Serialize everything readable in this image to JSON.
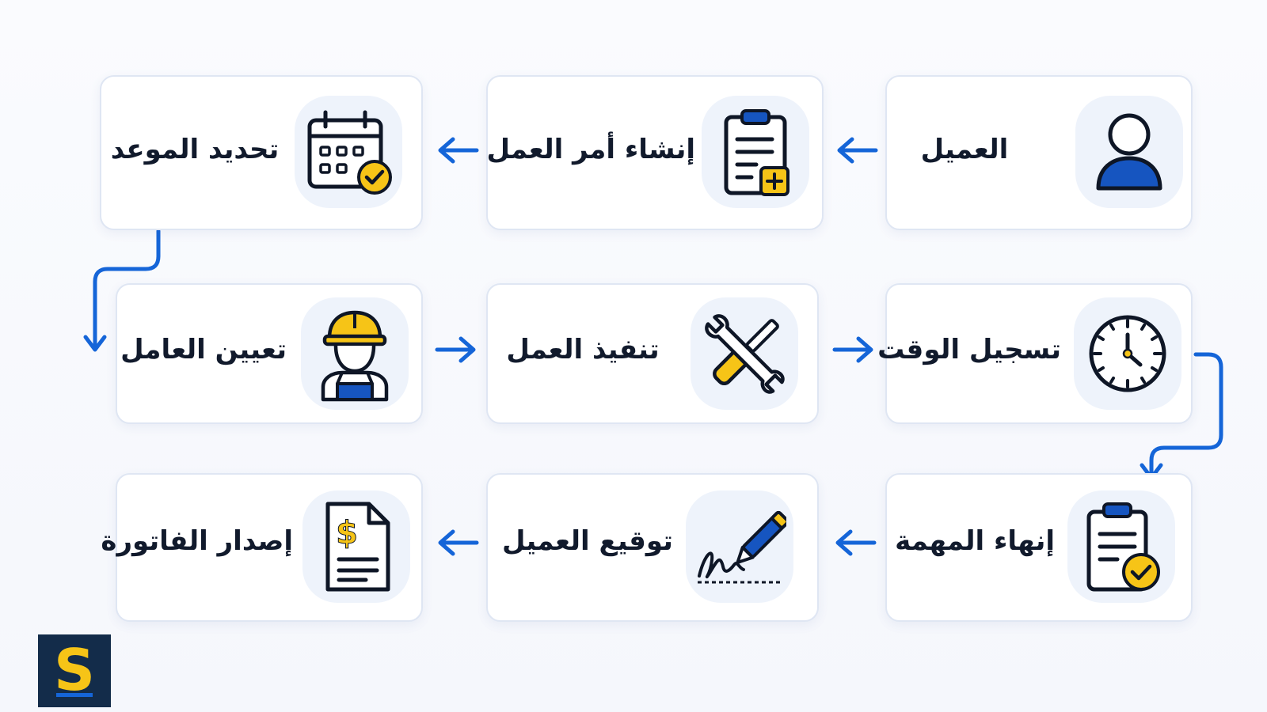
{
  "diagram": {
    "colors": {
      "arrow": "#1565d8",
      "icon_blue": "#1655c0",
      "icon_yellow": "#f6c417",
      "outline": "#0e1626",
      "card_border": "#dfe6f3",
      "icon_bg": "#eef3fb"
    },
    "steps": [
      {
        "label": "العميل",
        "icon": "user-icon"
      },
      {
        "label": "إنشاء أمر العمل",
        "icon": "clipboard-add-icon"
      },
      {
        "label": "تحديد الموعد",
        "icon": "calendar-check-icon"
      },
      {
        "label": "تعيين العامل",
        "icon": "worker-icon"
      },
      {
        "label": "تنفيذ العمل",
        "icon": "tools-icon"
      },
      {
        "label": "تسجيل الوقت",
        "icon": "clock-icon"
      },
      {
        "label": "إنهاء المهمة",
        "icon": "clipboard-check-icon"
      },
      {
        "label": "توقيع العميل",
        "icon": "signature-icon"
      },
      {
        "label": "إصدار الفاتورة",
        "icon": "invoice-icon"
      }
    ],
    "logo": {
      "letter": "S"
    }
  }
}
